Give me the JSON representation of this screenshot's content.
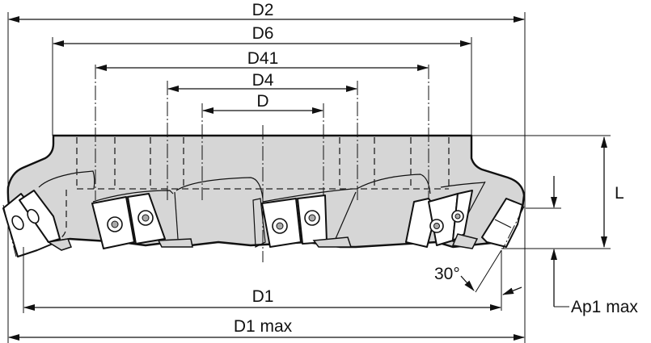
{
  "drawing": {
    "title": "Face milling cutter dimension drawing",
    "colors": {
      "line": "#111111",
      "body_fill": "#d6d6d6",
      "insert_fill": "#ffffff",
      "background": "#ffffff"
    },
    "dimensions": {
      "d2": "D2",
      "d6": "D6",
      "d41": "D41",
      "d4": "D4",
      "d": "D",
      "d1": "D1",
      "d1_max": "D1 max",
      "l": "L",
      "ap1_max": "Ap1 max",
      "angle": "30°"
    }
  }
}
